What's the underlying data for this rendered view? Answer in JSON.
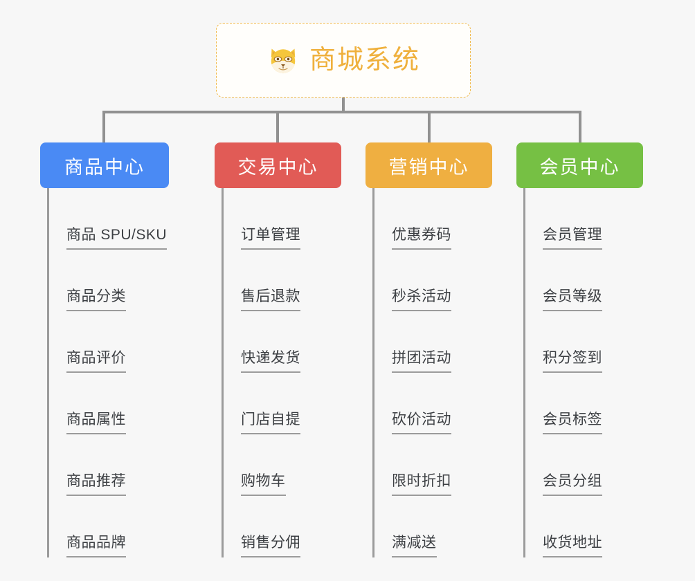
{
  "diagram": {
    "type": "mind-map",
    "background_color": "#f7f7f7",
    "root": {
      "title": "商城系统",
      "icon": "shiba-dog-icon",
      "text_color": "#efb03c",
      "border_color": "#f0b94a"
    },
    "connector_color": "#919191",
    "branches": [
      {
        "label": "商品中心",
        "color": "#4a8af4",
        "items": [
          "商品 SPU/SKU",
          "商品分类",
          "商品评价",
          "商品属性",
          "商品推荐",
          "商品品牌"
        ]
      },
      {
        "label": "交易中心",
        "color": "#e15b56",
        "items": [
          "订单管理",
          "售后退款",
          "快递发货",
          "门店自提",
          "购物车",
          "销售分佣"
        ]
      },
      {
        "label": "营销中心",
        "color": "#efaf41",
        "items": [
          "优惠券码",
          "秒杀活动",
          "拼团活动",
          "砍价活动",
          "限时折扣",
          "满减送"
        ]
      },
      {
        "label": "会员中心",
        "color": "#76c044",
        "items": [
          "会员管理",
          "会员等级",
          "积分签到",
          "会员标签",
          "会员分组",
          "收货地址"
        ]
      }
    ]
  }
}
